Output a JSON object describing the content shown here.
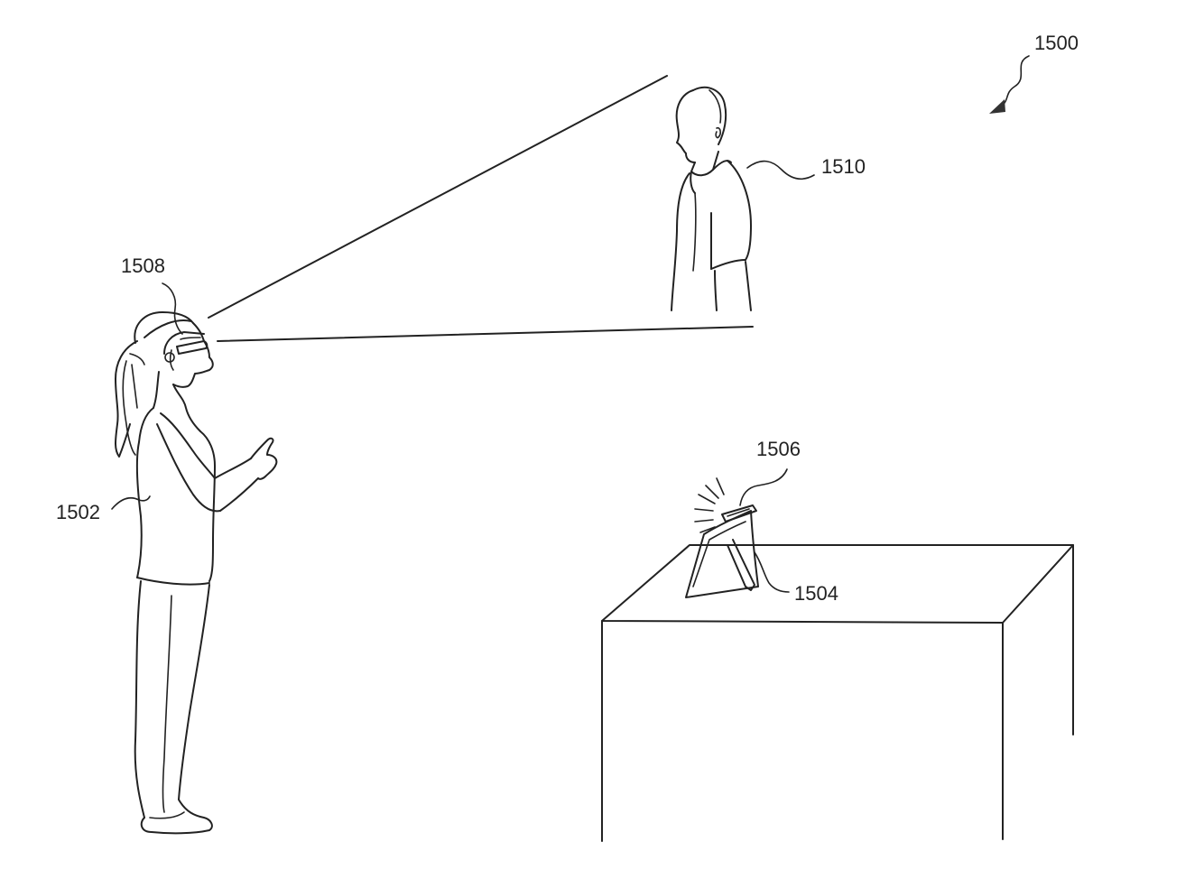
{
  "figure": {
    "ref_numbers": {
      "system": "1500",
      "user": "1502",
      "display_device": "1504",
      "camera": "1506",
      "headset": "1508",
      "remote_person": "1510"
    }
  }
}
